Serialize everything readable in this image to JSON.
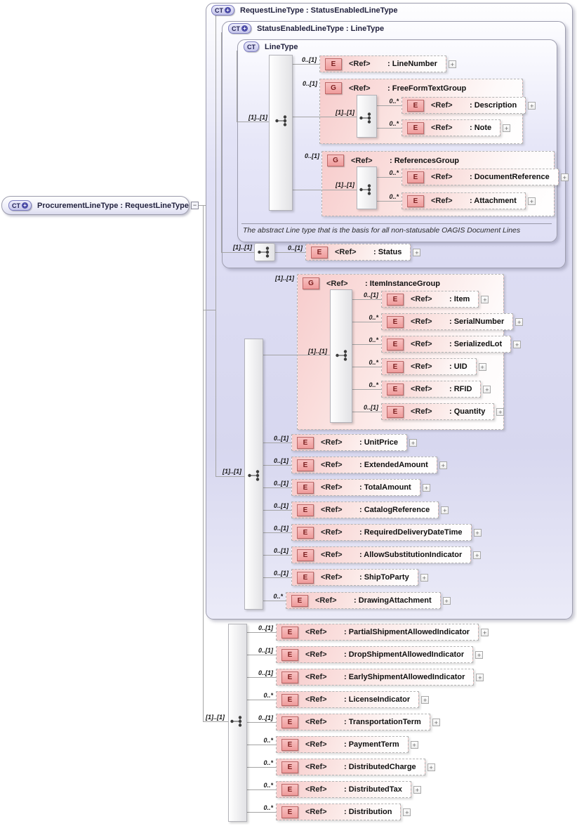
{
  "root_box": {
    "title": "ProcurementLineType : RequestLineType"
  },
  "ref_label": "<Ref>",
  "glyphs": {
    "plus": "+",
    "collapse": "−"
  },
  "badges": {
    "element": "E",
    "group": "G",
    "complex_type": "CT"
  },
  "frames": {
    "request_line_type": {
      "badge": "CT",
      "title": "RequestLineType : StatusEnabledLineType"
    },
    "status_enabled_line_type": {
      "badge": "CT",
      "title": "StatusEnabledLineType : LineType"
    },
    "line_type": {
      "badge": "CT",
      "title": "LineType",
      "note": "The abstract Line type that is the basis for all non-statusable OAGIS Document Lines"
    }
  },
  "seq_cards": {
    "line_type": "[1]..[1]",
    "free_form": "[1]..[1]",
    "references": "[1]..[1]",
    "status": "[1]..[1]",
    "request_line": "[1]..[1]",
    "item_instance": "[1]..[1]",
    "procurement": "[1]..[1]"
  },
  "groups": {
    "free_form_text_group": {
      "card": "0..[1]",
      "name": ": FreeFormTextGroup"
    },
    "references_group": {
      "card": "0..[1]",
      "name": ": ReferencesGroup"
    },
    "item_instance_group": {
      "card": "[1]..[1]",
      "name": ": ItemInstanceGroup"
    }
  },
  "elements": {
    "line_number": {
      "card": "0..[1]",
      "name": ": LineNumber"
    },
    "description": {
      "card": "0..*",
      "name": ": Description"
    },
    "note": {
      "card": "0..*",
      "name": ": Note"
    },
    "document_reference": {
      "card": "0..*",
      "name": ": DocumentReference"
    },
    "attachment": {
      "card": "0..*",
      "name": ": Attachment"
    },
    "status": {
      "card": "0..[1]",
      "name": ": Status"
    },
    "item": {
      "card": "0..[1]",
      "name": ": Item"
    },
    "serial_number": {
      "card": "0..*",
      "name": ": SerialNumber"
    },
    "serialized_lot": {
      "card": "0..*",
      "name": ": SerializedLot"
    },
    "uid": {
      "card": "0..*",
      "name": ": UID"
    },
    "rfid": {
      "card": "0..*",
      "name": ": RFID"
    },
    "quantity": {
      "card": "0..[1]",
      "name": ": Quantity"
    },
    "unit_price": {
      "card": "0..[1]",
      "name": ": UnitPrice"
    },
    "extended_amount": {
      "card": "0..[1]",
      "name": ": ExtendedAmount"
    },
    "total_amount": {
      "card": "0..[1]",
      "name": ": TotalAmount"
    },
    "catalog_reference": {
      "card": "0..[1]",
      "name": ": CatalogReference"
    },
    "required_delivery_date_time": {
      "card": "0..[1]",
      "name": ": RequiredDeliveryDateTime"
    },
    "allow_substitution_indicator": {
      "card": "0..[1]",
      "name": ": AllowSubstitutionIndicator"
    },
    "ship_to_party": {
      "card": "0..[1]",
      "name": ": ShipToParty"
    },
    "drawing_attachment": {
      "card": "0..*",
      "name": ": DrawingAttachment"
    },
    "partial_shipment_allowed_indicator": {
      "card": "0..[1]",
      "name": ": PartialShipmentAllowedIndicator"
    },
    "drop_shipment_allowed_indicator": {
      "card": "0..[1]",
      "name": ": DropShipmentAllowedIndicator"
    },
    "early_shipment_allowed_indicator": {
      "card": "0..[1]",
      "name": ": EarlyShipmentAllowedIndicator"
    },
    "license_indicator": {
      "card": "0..*",
      "name": ": LicenseIndicator"
    },
    "transportation_term": {
      "card": "0..[1]",
      "name": ": TransportationTerm"
    },
    "payment_term": {
      "card": "0..*",
      "name": ": PaymentTerm"
    },
    "distributed_charge": {
      "card": "0..*",
      "name": ": DistributedCharge"
    },
    "distributed_tax": {
      "card": "0..*",
      "name": ": DistributedTax"
    },
    "distribution": {
      "card": "0..*",
      "name": ": Distribution"
    }
  }
}
